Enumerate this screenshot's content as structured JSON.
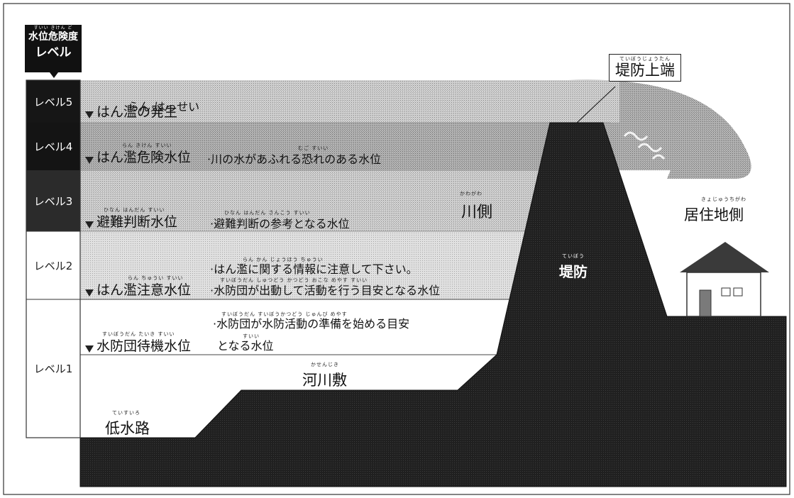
{
  "header": {
    "ruby": "すいい きけん ど",
    "line1": "水位危険度",
    "line2": "レベル"
  },
  "levels": [
    {
      "label": "レベル5"
    },
    {
      "label": "レベル4"
    },
    {
      "label": "レベル3"
    },
    {
      "label": "レベル2"
    },
    {
      "label": "レベル1"
    }
  ],
  "water_levels": {
    "l5": {
      "ruby": "らん   はっせい",
      "title": "はん濫の発生"
    },
    "l4": {
      "ruby": "らん  きけん  すいい",
      "title": "はん濫危険水位",
      "desc_ruby": "むご                  すいい",
      "desc": "·川の水があふれる恐れのある水位"
    },
    "l3": {
      "ruby": "ひなん はんだん すいい",
      "title": "避難判断水位",
      "desc_ruby": "ひなん はんだん    さんこう        すいい",
      "desc": "·避難判断の参考となる水位"
    },
    "l2": {
      "ruby": "らん ちゅうい すいい",
      "title": "はん濫注意水位",
      "desc1_ruby": "らん    かん       じょうほう  ちゅうい",
      "desc1": "·はん濫に関する情報に注意して下さい。",
      "desc2_ruby": "すいぼうだん しゅつどう    かつどう  おこな  めやす        すいい",
      "desc2": "·水防団が出動して活動を行う目安となる水位"
    },
    "l1": {
      "ruby": "すいぼうだん たいき  すいい",
      "title": "水防団待機水位",
      "desc1_ruby": "すいぼうだん すいぼうかつどう  じゅんび         めやす",
      "desc1": "·水防団が水防活動の準備を始める目安",
      "desc2_ruby": "すいい",
      "desc2": "となる水位"
    }
  },
  "areas": {
    "river_side": {
      "ruby": "かわがわ",
      "label": "川側"
    },
    "residential_side": {
      "ruby": "きょじゅうちがわ",
      "label": "居住地側"
    },
    "embankment": {
      "ruby": "ていぼう",
      "label": "堤防"
    },
    "embankment_top": {
      "ruby": "ていぼうじょうたん",
      "label": "堤防上端"
    },
    "floodplain": {
      "ruby": "かせんじき",
      "label": "河川敷"
    },
    "low_channel": {
      "ruby": "ていすいろ",
      "label": "低水路"
    }
  },
  "colors": {
    "level5": "#161616",
    "level4": "#141414",
    "level3": "#2b2b2b",
    "band_dark": "#cfcfcf",
    "band_mid": "#b5b5b5",
    "band_light": "#dddddd",
    "ground": "#1f1f1f"
  }
}
